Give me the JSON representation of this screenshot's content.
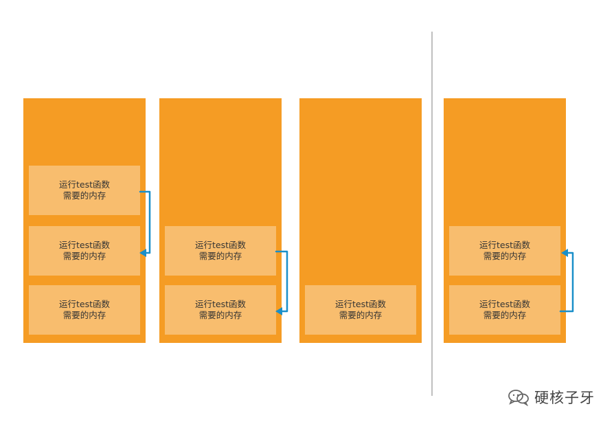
{
  "diagram": {
    "frame_line1": "运行test函数",
    "frame_line2": "需要的内存",
    "stacks": [
      {
        "frames": 3
      },
      {
        "frames": 2
      },
      {
        "frames": 1
      },
      {
        "frames": 2
      }
    ],
    "arrow_color": "#1a8fc9",
    "stack_color": "#f59c24",
    "frame_color": "#f8bd6e"
  },
  "watermark": {
    "text": "硬核子牙"
  }
}
